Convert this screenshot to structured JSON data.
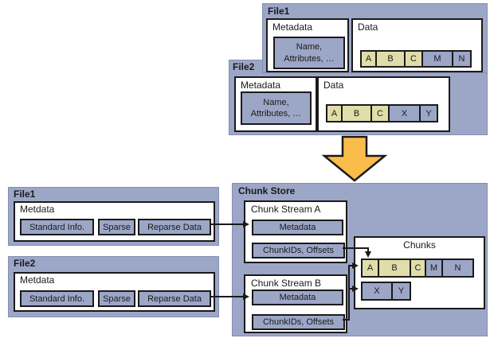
{
  "colors": {
    "panel_blue": "#9ca6c7",
    "chunk_khaki": "#e0dda9",
    "chunk_blue": "#9ca6c7",
    "arrow_orange": "#fbbd4a",
    "border_black": "#1a1a1a"
  },
  "icons": {
    "transform_arrow": "big-down-arrow"
  },
  "top_file1": {
    "title": "File1",
    "metadata_label": "Metadata",
    "metadata_line1": "Name,",
    "metadata_line2": "Attributes, …",
    "data_label": "Data",
    "chunks": [
      {
        "label": "A",
        "color": "khaki",
        "w": 21
      },
      {
        "label": "B",
        "color": "khaki",
        "w": 38
      },
      {
        "label": "C",
        "color": "khaki",
        "w": 24
      },
      {
        "label": "M",
        "color": "blue",
        "w": 40
      },
      {
        "label": "N",
        "color": "blue",
        "w": 25
      }
    ]
  },
  "top_file2": {
    "title": "File2",
    "metadata_label": "Metadata",
    "metadata_line1": "Name,",
    "metadata_line2": "Attributes, …",
    "data_label": "Data",
    "chunks": [
      {
        "label": "A",
        "color": "khaki",
        "w": 21
      },
      {
        "label": "B",
        "color": "khaki",
        "w": 39
      },
      {
        "label": "C",
        "color": "khaki",
        "w": 24
      },
      {
        "label": "X",
        "color": "blue",
        "w": 41
      },
      {
        "label": "Y",
        "color": "blue",
        "w": 24
      }
    ]
  },
  "bottom_file1": {
    "title": "File1",
    "box_label": "Metdata",
    "fields": [
      {
        "label": "Standard Info.",
        "w": 93,
        "ml": 0
      },
      {
        "label": "Sparse",
        "w": 47,
        "ml": 5
      },
      {
        "label": "Reparse Data",
        "w": 92,
        "ml": 3
      }
    ]
  },
  "bottom_file2": {
    "title": "File2",
    "box_label": "Metdata",
    "fields": [
      {
        "label": "Standard Info.",
        "w": 93,
        "ml": 0
      },
      {
        "label": "Sparse",
        "w": 47,
        "ml": 5
      },
      {
        "label": "Reparse Data",
        "w": 92,
        "ml": 3
      }
    ]
  },
  "chunk_store": {
    "title": "Chunk Store",
    "stream_a": {
      "label": "Chunk Stream A",
      "metadata_label": "Metadata",
      "chunkids_label": "ChunkIDs, Offsets"
    },
    "stream_b": {
      "label": "Chunk Stream B",
      "metadata_label": "Metadata",
      "chunkids_label": "ChunkIDs, Offsets"
    },
    "chunks_box": {
      "title": "Chunks",
      "row1": [
        {
          "label": "A",
          "color": "khaki",
          "w": 23
        },
        {
          "label": "B",
          "color": "khaki",
          "w": 42
        },
        {
          "label": "C",
          "color": "khaki",
          "w": 21
        },
        {
          "label": "M",
          "color": "blue",
          "w": 23
        },
        {
          "label": "N",
          "color": "blue",
          "w": 41
        }
      ],
      "row2": [
        {
          "label": "X",
          "color": "blue",
          "w": 40
        },
        {
          "label": "Y",
          "color": "blue",
          "w": 25
        }
      ]
    }
  }
}
